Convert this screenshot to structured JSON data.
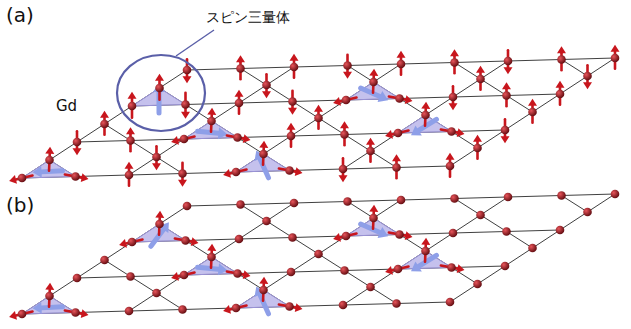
{
  "diagram": {
    "labels": [
      "(a)",
      "Gd",
      "スピン三量体",
      "(b)"
    ]
  }
}
